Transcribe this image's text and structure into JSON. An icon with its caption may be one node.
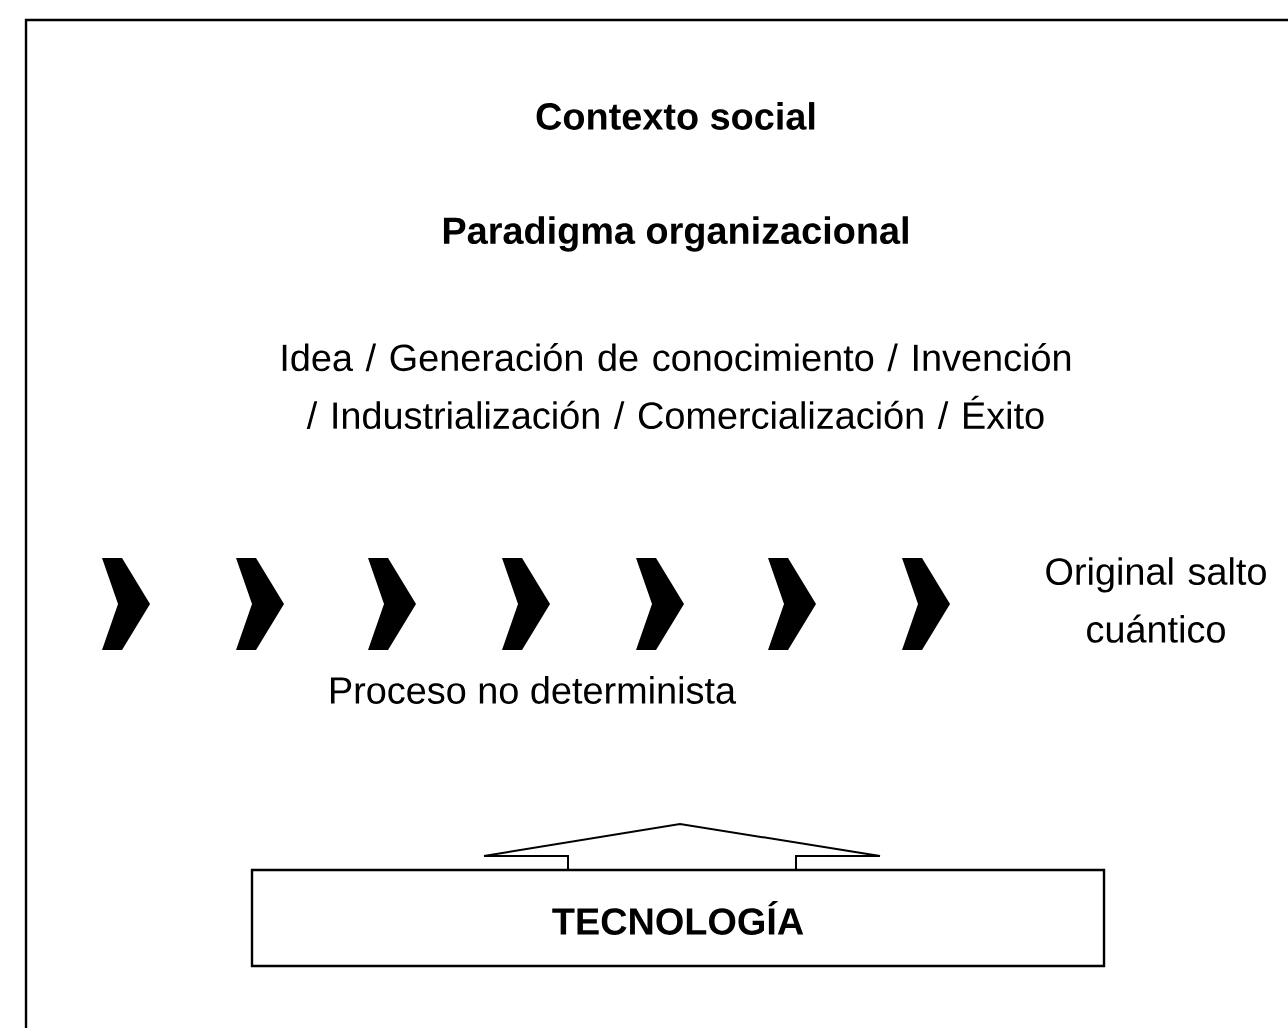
{
  "diagram": {
    "nodes": [
      {
        "text": [
          "TECNOLOGÍA"
        ]
      }
    ],
    "labels": [
      "Contexto social",
      "Paradigma organizacional",
      "Idea / Generación de conocimiento / Invención / Industrialización / Comercialización / Éxito",
      "Original salto cuántico",
      "Proceso no determinista"
    ]
  }
}
